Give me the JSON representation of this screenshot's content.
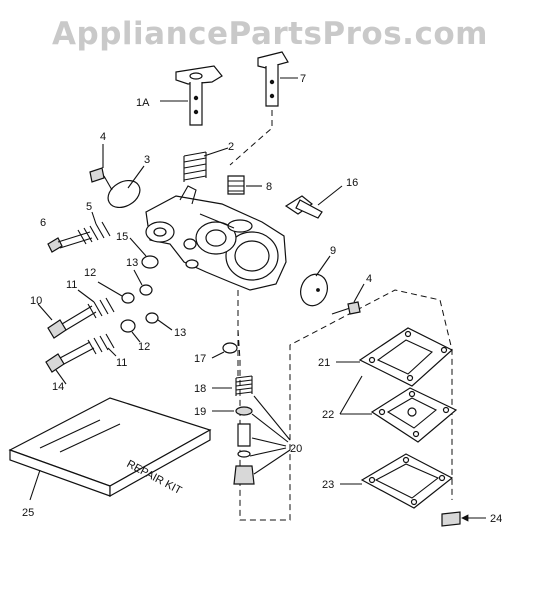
{
  "watermark": "AppliancePartsPros.com",
  "kit_text": "REPAIR KIT",
  "callouts": [
    {
      "id": "1A",
      "label": "1A"
    },
    {
      "id": "2",
      "label": "2"
    },
    {
      "id": "3",
      "label": "3"
    },
    {
      "id": "4a",
      "label": "4"
    },
    {
      "id": "4b",
      "label": "4"
    },
    {
      "id": "5",
      "label": "5"
    },
    {
      "id": "6",
      "label": "6"
    },
    {
      "id": "7",
      "label": "7"
    },
    {
      "id": "8",
      "label": "8"
    },
    {
      "id": "9",
      "label": "9"
    },
    {
      "id": "10",
      "label": "10"
    },
    {
      "id": "11a",
      "label": "11"
    },
    {
      "id": "11b",
      "label": "11"
    },
    {
      "id": "12a",
      "label": "12"
    },
    {
      "id": "12b",
      "label": "12"
    },
    {
      "id": "13a",
      "label": "13"
    },
    {
      "id": "13b",
      "label": "13"
    },
    {
      "id": "14",
      "label": "14"
    },
    {
      "id": "15",
      "label": "15"
    },
    {
      "id": "16",
      "label": "16"
    },
    {
      "id": "17",
      "label": "17"
    },
    {
      "id": "18",
      "label": "18"
    },
    {
      "id": "19",
      "label": "19"
    },
    {
      "id": "20",
      "label": "20"
    },
    {
      "id": "21",
      "label": "21"
    },
    {
      "id": "22",
      "label": "22"
    },
    {
      "id": "23",
      "label": "23"
    },
    {
      "id": "24",
      "label": "24"
    },
    {
      "id": "25",
      "label": "25"
    }
  ]
}
